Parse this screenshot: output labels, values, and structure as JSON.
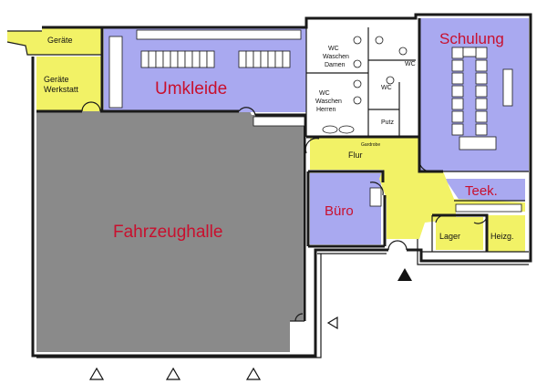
{
  "rooms": {
    "geraete_top": "Geräte",
    "geraete_werkstatt_1": "Geräte",
    "geraete_werkstatt_2": "Werkstatt",
    "umkleide": "Umkleide",
    "wc_damen_1": "WC",
    "wc_damen_2": "Waschen",
    "wc_damen_3": "Damen",
    "wc_herren_1": "WC",
    "wc_herren_2": "Waschen",
    "wc_herren_3": "Herren",
    "wc_small": "WC",
    "wc_right": "WC",
    "putz": "Putz",
    "garderobe": "Gardrobe",
    "flur": "Flur",
    "schulung": "Schulung",
    "teek": "Teek.",
    "buero": "Büro",
    "fahrzeughalle": "Fahrzeughalle",
    "lager": "Lager",
    "heizg": "Heizg."
  },
  "colors": {
    "hall": "#8a8a8a",
    "lavender": "#a9a9f0",
    "yellow": "#f2f266",
    "wall": "#1a1a1a",
    "label_red": "#c8102e"
  },
  "markers": [
    "triangle-entrance-icon",
    "triangle-gate-icon",
    "triangle-gate-icon",
    "triangle-gate-icon",
    "triangle-side-icon"
  ]
}
